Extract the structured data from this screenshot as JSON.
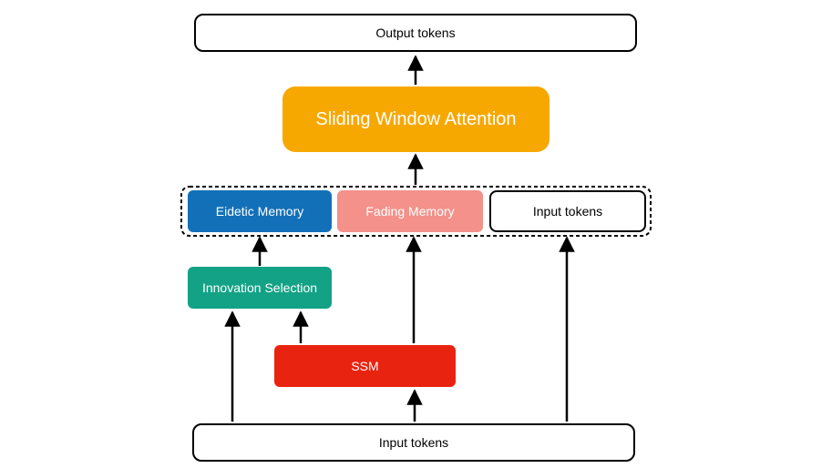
{
  "diagram": {
    "nodes": {
      "output_tokens": {
        "label": "Output tokens"
      },
      "sliding_window_attention": {
        "label": "Sliding Window Attention",
        "color": "#F7A800"
      },
      "eidetic_memory": {
        "label": "Eidetic Memory",
        "color": "#1270B9"
      },
      "fading_memory": {
        "label": "Fading Memory",
        "color": "#F3918A"
      },
      "input_tokens_memory": {
        "label": "Input tokens"
      },
      "innovation_selection": {
        "label": "Innovation Selection",
        "color": "#13A286"
      },
      "ssm": {
        "label": "SSM",
        "color": "#E8230F"
      },
      "input_tokens": {
        "label": "Input tokens"
      }
    },
    "edges": [
      {
        "from": "sliding_window_attention",
        "to": "output_tokens"
      },
      {
        "from": "memory_group",
        "to": "sliding_window_attention"
      },
      {
        "from": "innovation_selection",
        "to": "eidetic_memory"
      },
      {
        "from": "ssm",
        "to": "fading_memory"
      },
      {
        "from": "input_tokens",
        "to": "input_tokens_memory"
      },
      {
        "from": "input_tokens",
        "to": "innovation_selection"
      },
      {
        "from": "ssm",
        "to": "innovation_selection"
      },
      {
        "from": "input_tokens",
        "to": "ssm"
      }
    ]
  }
}
